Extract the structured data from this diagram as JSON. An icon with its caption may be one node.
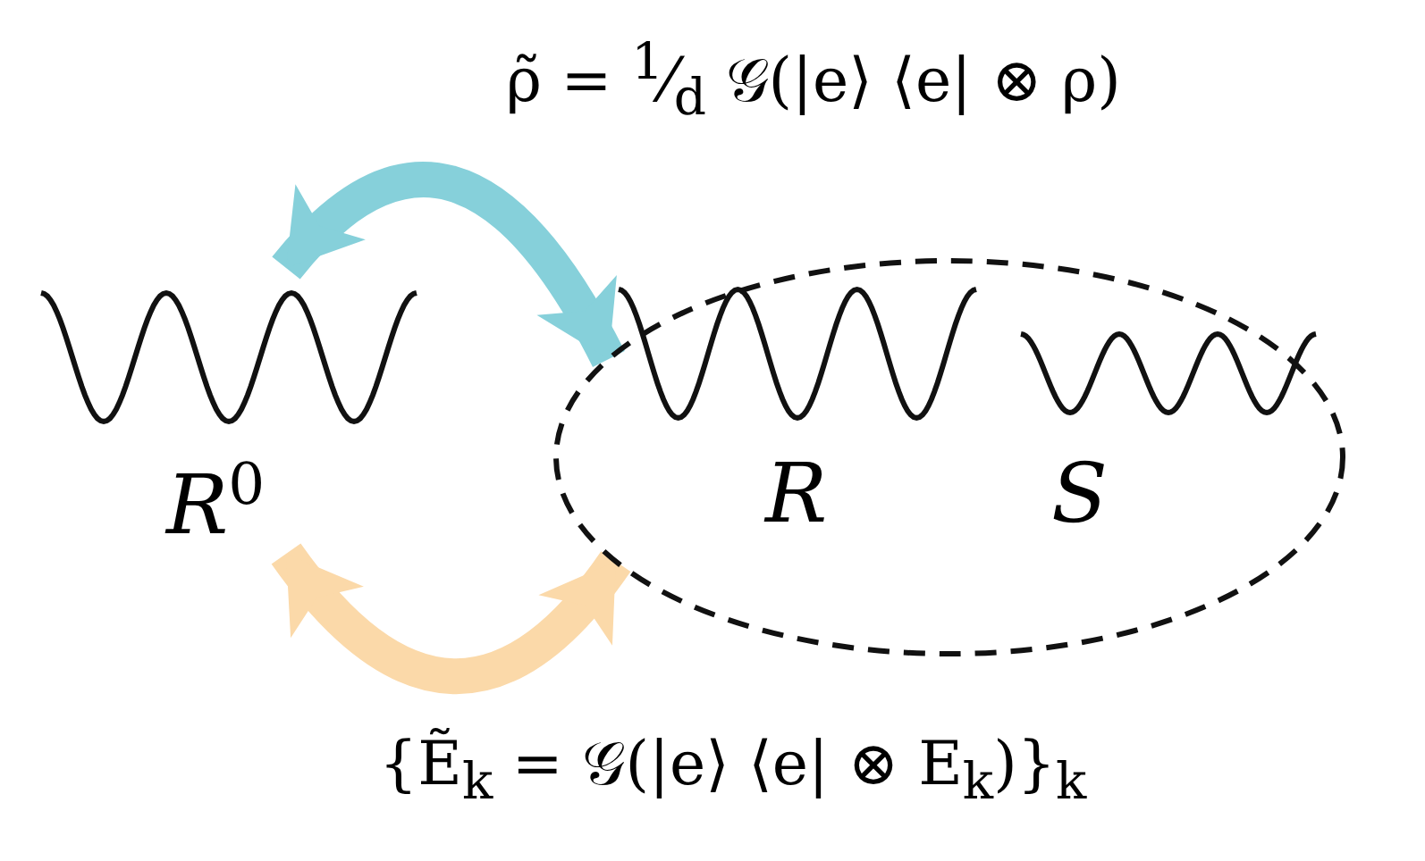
{
  "diagram": {
    "nodes": [
      {
        "text": [
          "R$^{0}$"
        ]
      },
      {
        "text": [],
        "shape": "ellipse"
      },
      {
        "text": [
          "R"
        ],
        "in": 1
      },
      {
        "text": [
          "S"
        ],
        "in": 1
      }
    ],
    "edges": [
      {
        "from": 0,
        "to": 1,
        "arrow": "both",
        "color": "#86d0da",
        "label": "ρ̃ = $^{1}$⁄$_{d}$ 𝒢(|e⟩ ⟨e| ⊗ ρ)"
      },
      {
        "from": 0,
        "to": 1,
        "arrow": "both",
        "color": "#fbd9a9",
        "label": "{Ẽ$_{k}$ = 𝒢(|e⟩ ⟨e| ⊗ E$_{k}$)}$_{k}$"
      }
    ]
  }
}
